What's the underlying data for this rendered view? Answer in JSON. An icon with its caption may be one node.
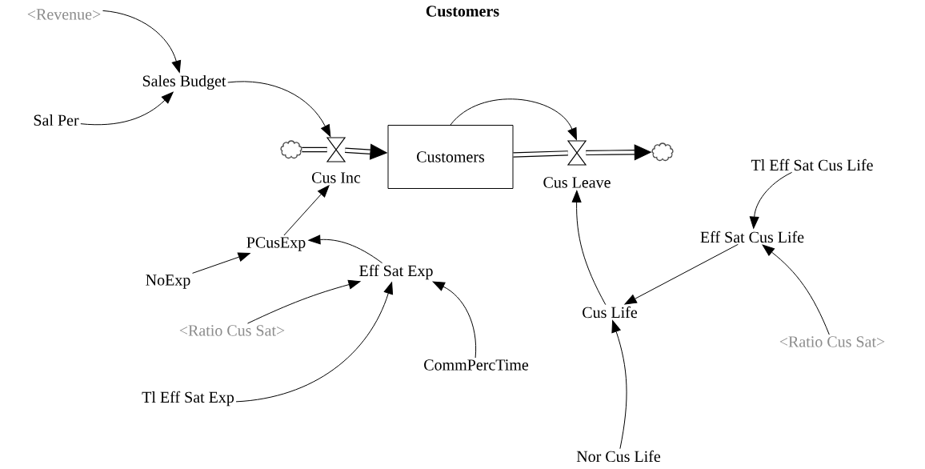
{
  "diagram": {
    "title": "Customers",
    "nodes": [
      {
        "text": [
          "<Revenue>"
        ]
      },
      {
        "text": [
          "Sales Budget"
        ]
      },
      {
        "text": [
          "Sal Per"
        ]
      },
      {
        "text": [],
        "shape": "cloud"
      },
      {
        "text": [],
        "shape": "valve",
        "beside": [
          "Cus Inc"
        ]
      },
      {
        "text": [
          "Customers"
        ]
      },
      {
        "text": [],
        "shape": "valve",
        "beside": [
          "Cus Leave"
        ]
      },
      {
        "text": [],
        "shape": "cloud"
      },
      {
        "text": [
          "Tl Eff Sat Cus Life"
        ]
      },
      {
        "text": [
          "Eff Sat Cus Life"
        ]
      },
      {
        "text": [
          "PCusExp"
        ]
      },
      {
        "text": [
          "NoExp"
        ]
      },
      {
        "text": [
          "Eff Sat Exp"
        ]
      },
      {
        "text": [
          "Cus Life"
        ]
      },
      {
        "text": [
          "<Ratio Cus Sat>"
        ]
      },
      {
        "text": [
          "<Ratio Cus Sat>"
        ]
      },
      {
        "text": [
          "CommPercTime"
        ]
      },
      {
        "text": [
          "Tl Eff Sat Exp"
        ]
      },
      {
        "text": [
          "Nor Cus Life"
        ]
      }
    ],
    "edges": [
      {
        "from": 0,
        "to": 1,
        "arrow": "to"
      },
      {
        "from": 2,
        "to": 1,
        "arrow": "to"
      },
      {
        "from": 1,
        "to": 4,
        "arrow": "to"
      },
      {
        "from": 3,
        "to": 4,
        "arrow": "none",
        "style": "thick"
      },
      {
        "from": 4,
        "to": 5,
        "arrow": "to",
        "style": "thick"
      },
      {
        "from": 5,
        "to": 6,
        "arrow": "none",
        "style": "thick"
      },
      {
        "from": 6,
        "to": 7,
        "arrow": "to",
        "style": "thick"
      },
      {
        "from": 5,
        "to": 6,
        "arrow": "to"
      },
      {
        "from": 8,
        "to": 9,
        "arrow": "to"
      },
      {
        "from": 9,
        "to": 13,
        "arrow": "to"
      },
      {
        "from": 15,
        "to": 9,
        "arrow": "to"
      },
      {
        "from": 13,
        "to": 6,
        "arrow": "to"
      },
      {
        "from": 18,
        "to": 13,
        "arrow": "to"
      },
      {
        "from": 10,
        "to": 4,
        "arrow": "to"
      },
      {
        "from": 11,
        "to": 10,
        "arrow": "to"
      },
      {
        "from": 12,
        "to": 10,
        "arrow": "to"
      },
      {
        "from": 14,
        "to": 12,
        "arrow": "to"
      },
      {
        "from": 17,
        "to": 12,
        "arrow": "to"
      },
      {
        "from": 16,
        "to": 12,
        "arrow": "to"
      }
    ]
  }
}
